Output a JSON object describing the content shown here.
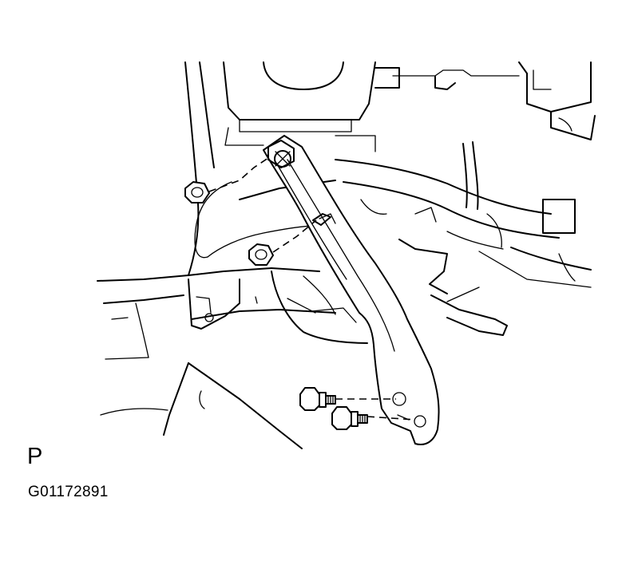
{
  "view_label": "P",
  "figure_code": "G01172891",
  "parts": {
    "nut_upper": "hex-nut",
    "nut_lower": "hex-nut",
    "bolt_upper": "flange-bolt",
    "bolt_lower": "flange-bolt",
    "brace": "steering-column-support-brace",
    "background": "vehicle-body-structure"
  },
  "colors": {
    "line": "#000000",
    "background": "#ffffff"
  }
}
